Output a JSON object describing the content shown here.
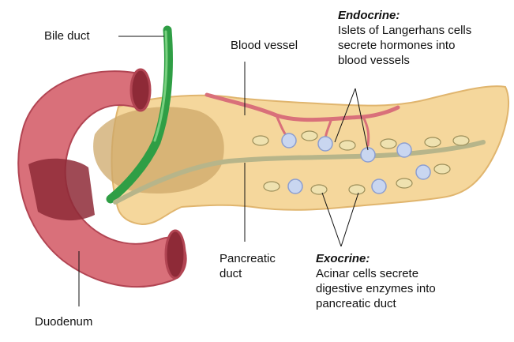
{
  "labels": {
    "bile_duct": "Bile duct",
    "blood_vessel": "Blood vessel",
    "duodenum": "Duodenum",
    "pancreatic_duct": [
      "Pancreatic",
      "duct"
    ],
    "endocrine": {
      "heading": "Endocrine:",
      "lines": [
        "Islets of Langerhans cells",
        "secrete hormones into",
        "blood vessels"
      ]
    },
    "exocrine": {
      "heading": "Exocrine:",
      "lines": [
        "Acinar cells secrete",
        "digestive enzymes into",
        "pancreatic duct"
      ]
    }
  },
  "colors": {
    "pancreas": "#f5d79c",
    "pancreas_edge": "#e0b56e",
    "liver_shadow": "#cda86a",
    "duodenum": "#d9707a",
    "duodenum_dark": "#b24553",
    "duodenum_inner": "#8e2a37",
    "bile_duct": "#2f9e45",
    "bile_duct_light": "#79d07f",
    "blood_vessel": "#d9707a",
    "islet": "#c9d6f0",
    "acinar": "#efe2b0",
    "duct_line": "#b7b58a",
    "arrow_blue": "#2a3fb8",
    "arrow_green": "#3fae3f"
  }
}
